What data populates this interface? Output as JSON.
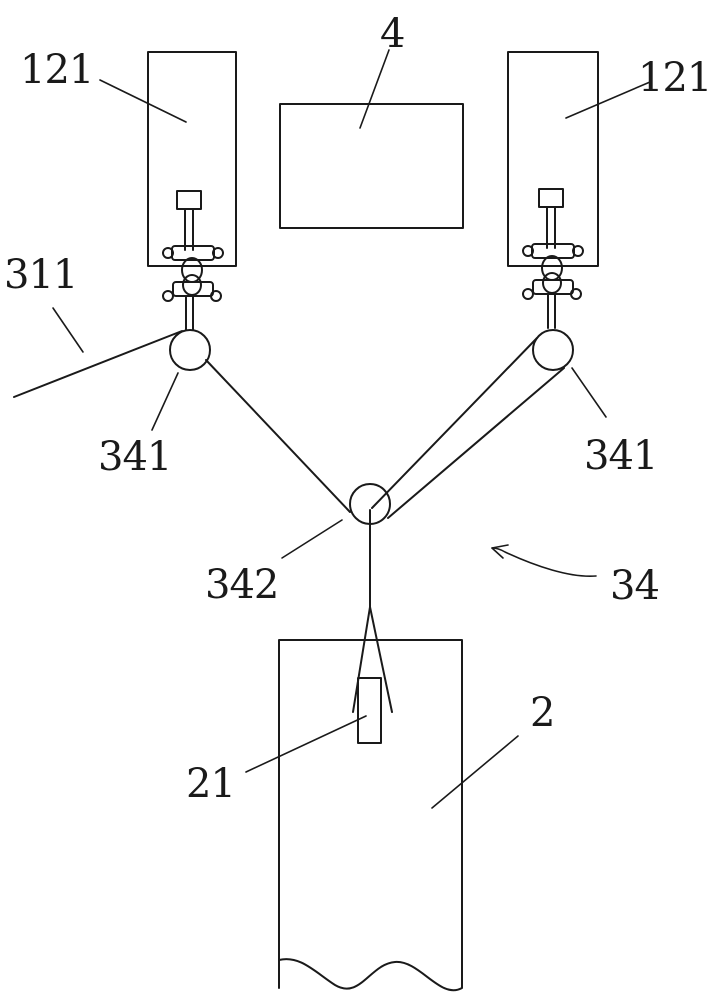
{
  "labels": {
    "frame_left": "121",
    "frame_right": "121",
    "box_top": "4",
    "rope_left": "311",
    "pulley_left": "341",
    "pulley_right": "341",
    "pulley_center": "342",
    "sling_assembly": "34",
    "panel": "2",
    "lifting_lug": "21"
  }
}
